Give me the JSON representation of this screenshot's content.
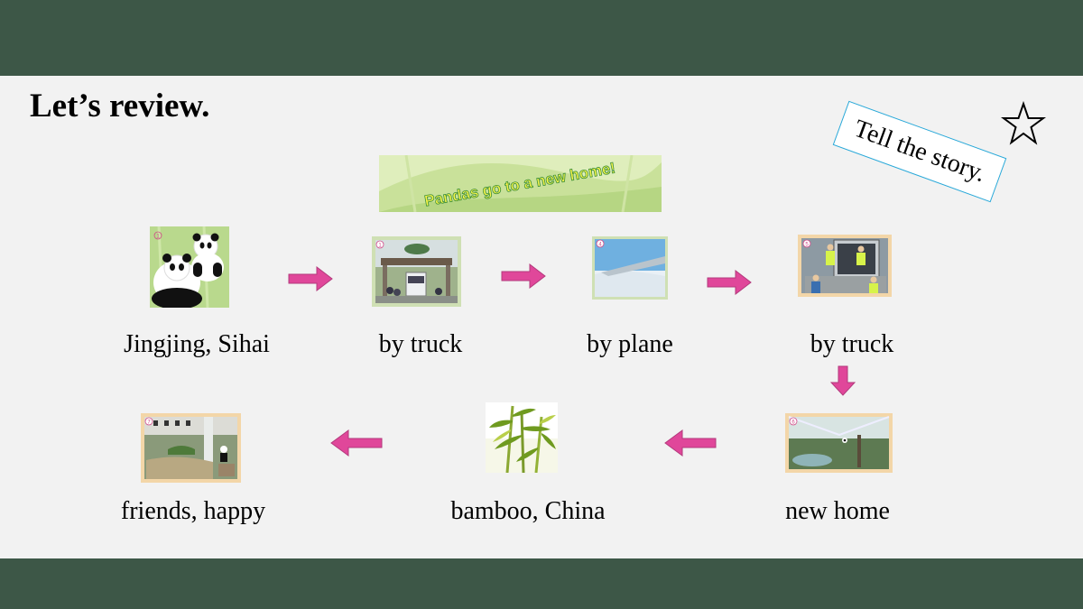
{
  "heading": "Let’s review.",
  "tell_story": "Tell the story.",
  "banner_text": "Pandas go to a new home!",
  "steps": [
    {
      "label": "Jingjing, Sihai",
      "num": "1"
    },
    {
      "label": "by truck",
      "num": "1"
    },
    {
      "label": "by plane",
      "num": "4"
    },
    {
      "label": "by truck",
      "num": "5"
    },
    {
      "label": "new home",
      "num": "6"
    },
    {
      "label": "bamboo, China",
      "num": ""
    },
    {
      "label": "friends, happy",
      "num": "7"
    }
  ],
  "colors": {
    "frame": "#3d5747",
    "slide": "#f2f2f2",
    "arrow": "#e0479a",
    "tell_border": "#29a8d8"
  },
  "icons": [
    "star-icon",
    "arrow-right-icon",
    "arrow-down-icon",
    "arrow-left-icon"
  ]
}
